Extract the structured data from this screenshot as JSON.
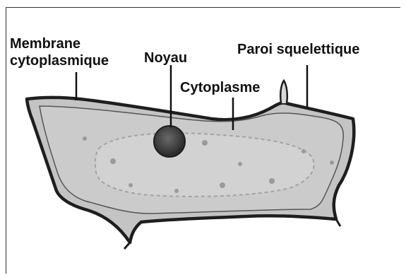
{
  "labels": {
    "membrane_line1": "Membrane",
    "membrane_line2": "cytoplasmique",
    "noyau": "Noyau",
    "cytoplasme": "Cytoplasme",
    "paroi": "Paroi squelettique"
  },
  "colors": {
    "cell_fill": "#c4c4c4",
    "cell_outline": "#1e1e1e",
    "cytoplasm_texture": "#9a9a9a",
    "nucleus": "#3a3a3a",
    "leader_line": "#111111",
    "frame": "#333333"
  }
}
